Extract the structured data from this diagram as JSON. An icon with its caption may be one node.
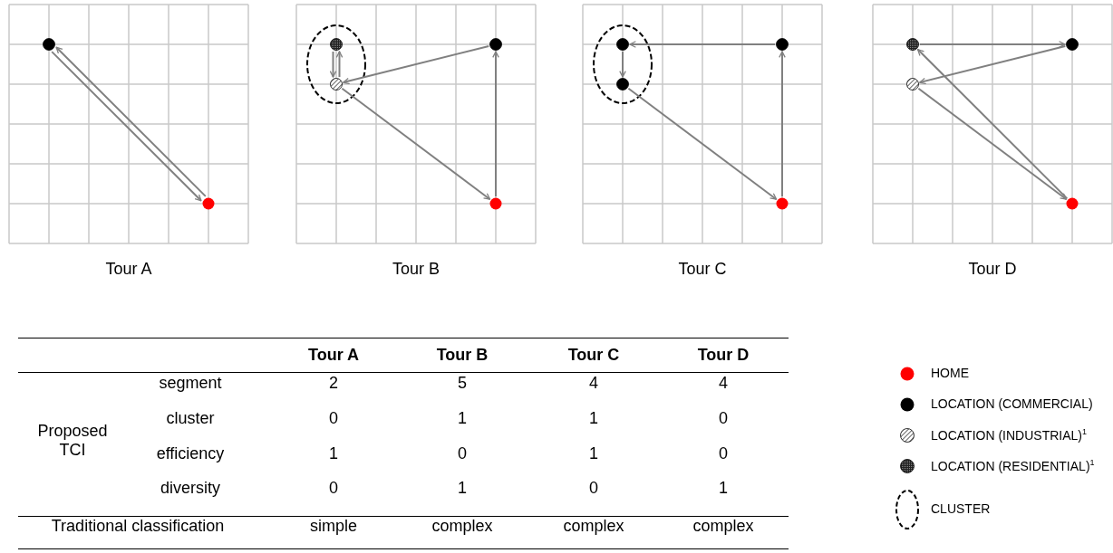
{
  "diagram": {
    "nodes": [
      {
        "text": [],
        "shape": "circle"
      },
      {
        "text": [],
        "shape": "circle"
      },
      {
        "text": [],
        "shape": "ellipse"
      },
      {
        "text": [],
        "shape": "circle",
        "in": 2
      },
      {
        "text": [],
        "shape": "circle",
        "in": 2
      },
      {
        "text": [],
        "shape": "circle"
      },
      {
        "text": [],
        "shape": "circle"
      },
      {
        "text": [],
        "shape": "ellipse"
      },
      {
        "text": [],
        "shape": "circle",
        "in": 7
      },
      {
        "text": [],
        "shape": "circle",
        "in": 7
      },
      {
        "text": [],
        "shape": "circle"
      },
      {
        "text": [],
        "shape": "circle"
      },
      {
        "text": [],
        "shape": "circle"
      },
      {
        "text": [],
        "shape": "circle"
      },
      {
        "text": [],
        "shape": "circle"
      },
      {
        "text": [],
        "shape": "circle"
      }
    ],
    "edges": [
      {
        "from": 0,
        "to": 1,
        "arrow": "to"
      },
      {
        "from": 1,
        "to": 0,
        "arrow": "to"
      },
      {
        "from": 3,
        "to": 4,
        "arrow": "to"
      },
      {
        "from": 4,
        "to": 3,
        "arrow": "to"
      },
      {
        "from": 5,
        "to": 4,
        "arrow": "to"
      },
      {
        "from": 4,
        "to": 6,
        "arrow": "to"
      },
      {
        "from": 6,
        "to": 5,
        "arrow": "to"
      },
      {
        "from": 10,
        "to": 8,
        "arrow": "to"
      },
      {
        "from": 8,
        "to": 9,
        "arrow": "to"
      },
      {
        "from": 9,
        "to": 11,
        "arrow": "to"
      },
      {
        "from": 11,
        "to": 10,
        "arrow": "to"
      },
      {
        "from": 12,
        "to": 13,
        "arrow": "to"
      },
      {
        "from": 13,
        "to": 14,
        "arrow": "to"
      },
      {
        "from": 14,
        "to": 15,
        "arrow": "to"
      },
      {
        "from": 15,
        "to": 12,
        "arrow": "to"
      }
    ],
    "labels": [
      "Tour A",
      "Tour B",
      "Tour C",
      "Tour D",
      "Tour A",
      "Tour B",
      "Tour C",
      "Tour D",
      "Proposed TCI",
      "segment",
      "2",
      "5",
      "4",
      "4",
      "cluster",
      "0",
      "1",
      "1",
      "0",
      "efficiency",
      "1",
      "0",
      "1",
      "0",
      "diversity",
      "0",
      "1",
      "0",
      "1",
      "Traditional classification",
      "simple",
      "complex",
      "complex",
      "complex"
    ],
    "legend": [
      {
        "text": "HOME",
        "color": "#ff0000"
      },
      {
        "text": "LOCATION (COMMERCIAL)",
        "color": "#000000"
      },
      {
        "text": "LOCATION (INDUSTRIAL)$^{1}$"
      },
      {
        "text": "LOCATION (RESIDENTIAL)$^{1}$"
      },
      {
        "text": "CLUSTER"
      }
    ]
  }
}
